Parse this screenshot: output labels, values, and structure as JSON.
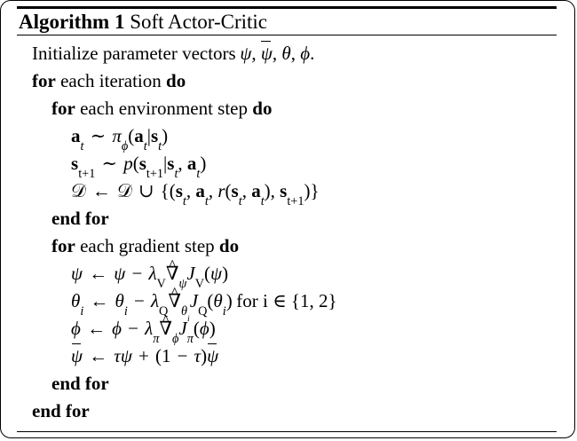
{
  "document": {
    "kind": "algorithm-pseudocode-figure",
    "title": {
      "label": "Algorithm 1",
      "name": "Soft Actor-Critic"
    },
    "rules": {
      "top": "thick",
      "middle": "thin",
      "bottom": "thin"
    },
    "lines": [
      {
        "id": "line-1",
        "indent": 1,
        "plain": "Initialize parameter vectors ψ, ψ̄, θ, ϕ.",
        "text_prefix": "Initialize parameter vectors"
      },
      {
        "id": "line-2",
        "indent": 1,
        "plain": "for each iteration do",
        "keyword_start": "for",
        "middle": "each iteration",
        "keyword_end": "do"
      },
      {
        "id": "line-3",
        "indent": 2,
        "plain": "for each environment step do",
        "keyword_start": "for",
        "middle": "each environment step",
        "keyword_end": "do"
      },
      {
        "id": "line-4",
        "indent": 3,
        "plain": "a_t ∼ π_ϕ(a_t|s_t)"
      },
      {
        "id": "line-5",
        "indent": 3,
        "plain": "s_{t+1} ∼ p(s_{t+1}|s_t, a_t)"
      },
      {
        "id": "line-6",
        "indent": 3,
        "plain": "D ← D ∪ {(s_t, a_t, r(s_t, a_t), s_{t+1})}"
      },
      {
        "id": "line-7",
        "indent": 2,
        "plain": "end for",
        "keyword_start": "end for"
      },
      {
        "id": "line-8",
        "indent": 2,
        "plain": "for each gradient step do",
        "keyword_start": "for",
        "middle": "each gradient step",
        "keyword_end": "do"
      },
      {
        "id": "line-9",
        "indent": 3,
        "plain": "ψ ← ψ − λ_V ∇̂_ψ J_V(ψ)"
      },
      {
        "id": "line-10",
        "indent": 3,
        "plain": "θ_i ← θ_i − λ_Q ∇̂_{θ_i} J_Q(θ_i) for i ∈ {1,2}",
        "trailing_condition": "for i ∈ {1, 2}"
      },
      {
        "id": "line-11",
        "indent": 3,
        "plain": "ϕ ← ϕ − λ_π ∇̂_ϕ J_π(ϕ)"
      },
      {
        "id": "line-12",
        "indent": 3,
        "plain": "ψ̄ ← τψ + (1 − τ)ψ̄"
      },
      {
        "id": "line-13",
        "indent": 2,
        "plain": "end for",
        "keyword_start": "end for"
      },
      {
        "id": "line-14",
        "indent": 1,
        "plain": "end for",
        "keyword_start": "end for"
      }
    ],
    "symbols": {
      "psi": "ψ",
      "psi_bar": "ψ̄",
      "theta": "θ",
      "phi": "ϕ",
      "pi": "π",
      "lambda": "λ",
      "tau": "τ",
      "nabla_hat": "∇̂",
      "script_d": "𝒟",
      "sim": "∼",
      "gets": "←",
      "cup": "∪",
      "in": "∈",
      "minus": "−"
    },
    "colors": {
      "ink": "#000000",
      "paper": "#ffffff"
    }
  }
}
